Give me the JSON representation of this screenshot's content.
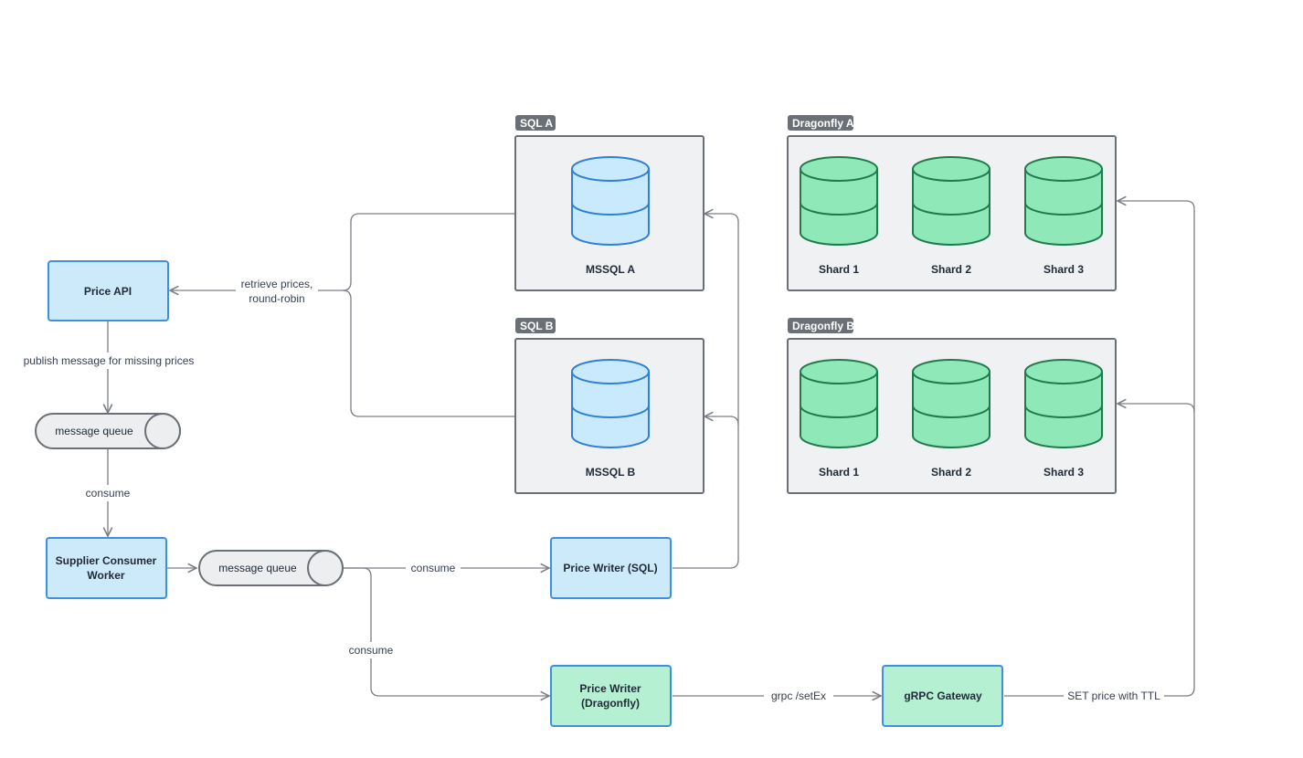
{
  "nodes": {
    "price_api": "Price API",
    "queue_1": "message queue",
    "supplier_worker": [
      "Supplier Consumer",
      "Worker"
    ],
    "queue_2": "message queue",
    "price_writer_sql": "Price Writer (SQL)",
    "price_writer_dragonfly": [
      "Price Writer",
      "(Dragonfly)"
    ],
    "grpc_gateway": "gRPC Gateway"
  },
  "groups": {
    "sql_a": {
      "tag": "SQL A",
      "db_label": "MSSQL A"
    },
    "sql_b": {
      "tag": "SQL B",
      "db_label": "MSSQL B"
    },
    "dragonfly_a": {
      "tag": "Dragonfly A",
      "shards": [
        "Shard 1",
        "Shard 2",
        "Shard 3"
      ]
    },
    "dragonfly_b": {
      "tag": "Dragonfly B",
      "shards": [
        "Shard 1",
        "Shard 2",
        "Shard 3"
      ]
    }
  },
  "edges": {
    "retrieve": [
      "retrieve prices,",
      "round-robin"
    ],
    "publish": "publish message for missing prices",
    "consume_1": "consume",
    "consume_sql": "consume",
    "consume_dragonfly": "consume",
    "grpc": "grpc /setEx",
    "set_price": "SET price with TTL"
  },
  "colors": {
    "node_blue_fill": "#cdeafb",
    "node_green_fill": "#b6f0d3",
    "node_border": "#3d8fe0",
    "db_blue_fill": "#c9eafc",
    "db_blue_stroke": "#2f7fd6",
    "db_green_fill": "#8ee8b8",
    "db_green_stroke": "#1f7a4c",
    "group_fill": "#eff1f3",
    "group_border": "#6b7076",
    "edge": "#7b7f86"
  }
}
